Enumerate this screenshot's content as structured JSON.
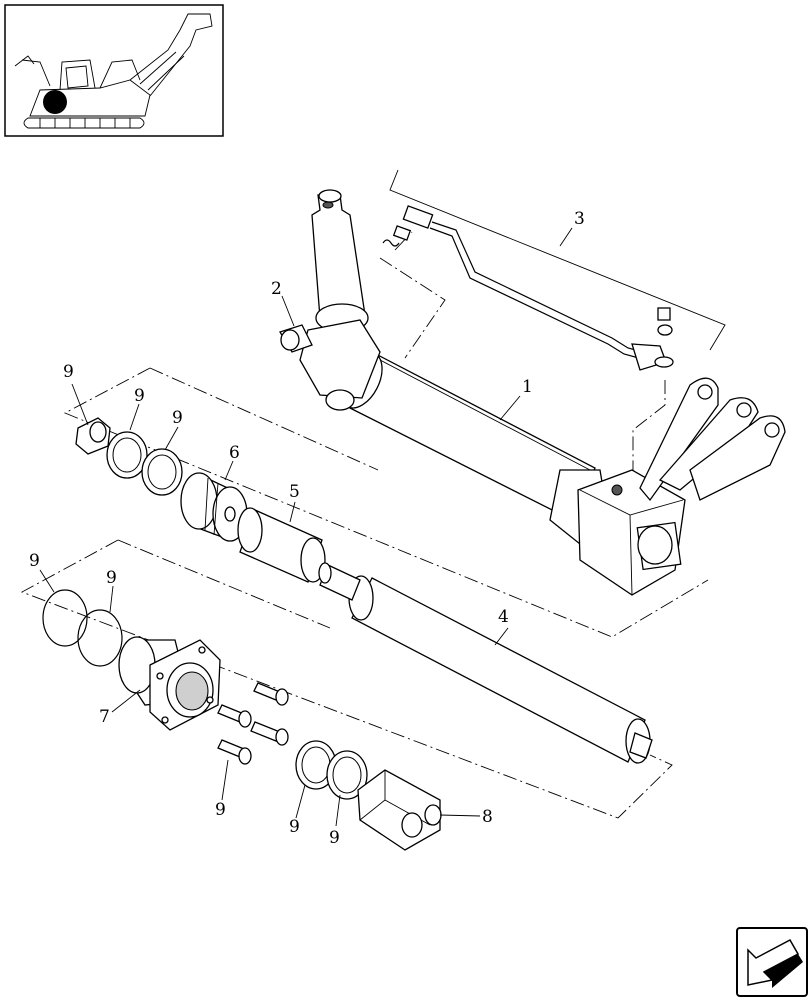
{
  "callouts": {
    "c1": "1",
    "c2": "2",
    "c3": "3",
    "c4": "4",
    "c5": "5",
    "c6": "6",
    "c7": "7",
    "c8": "8",
    "c9_a": "9",
    "c9_b": "9",
    "c9_c": "9",
    "c9_d": "9",
    "c9_e": "9",
    "c9_f": "9",
    "c9_g": "9",
    "c9_h": "9"
  },
  "icons": {
    "locator": "machine-locator-icon",
    "navigation": "previous-page-arrow-icon"
  }
}
